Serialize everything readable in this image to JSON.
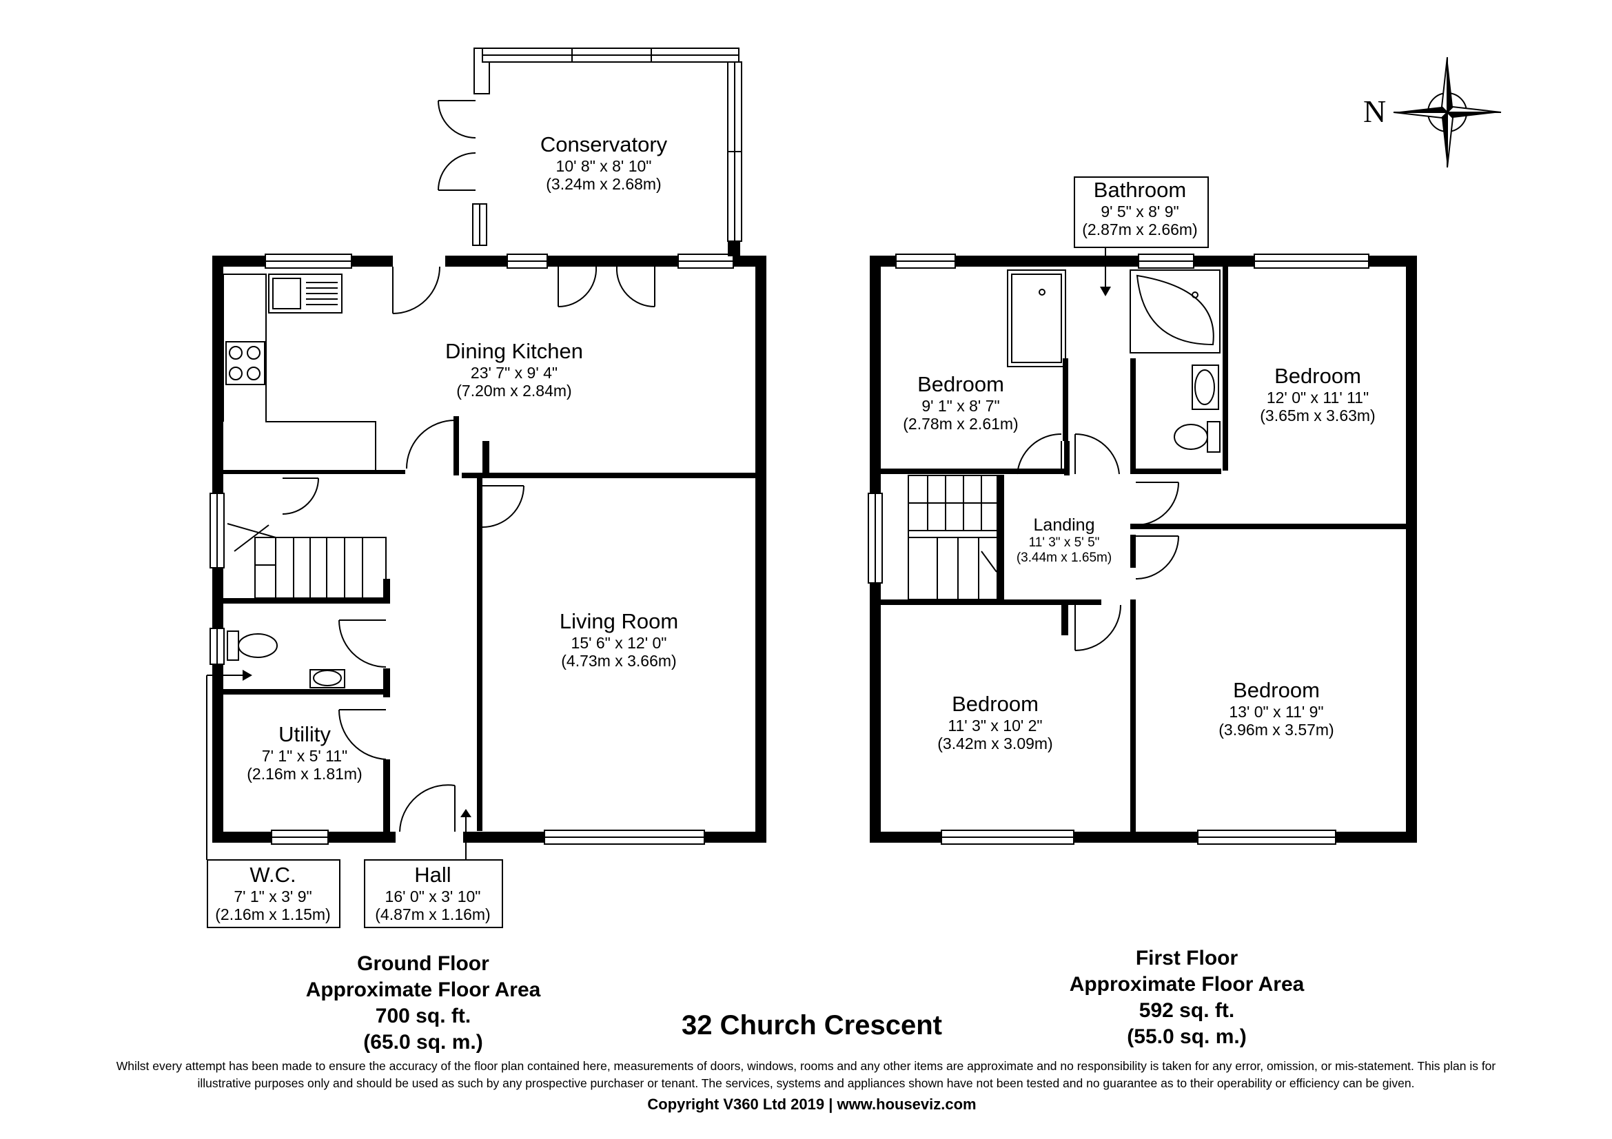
{
  "property": {
    "address": "32 Church Crescent"
  },
  "ground_floor": {
    "label": "Ground Floor",
    "area_label": "Approximate Floor Area",
    "area_sqft": "700 sq. ft.",
    "area_sqm": "(65.0 sq. m.)",
    "rooms": {
      "conservatory": {
        "name": "Conservatory",
        "imperial": "10' 8\" x 8' 10\"",
        "metric": "(3.24m x 2.68m)"
      },
      "dining_kitchen": {
        "name": "Dining Kitchen",
        "imperial": "23' 7\" x 9' 4\"",
        "metric": "(7.20m x 2.84m)"
      },
      "living_room": {
        "name": "Living Room",
        "imperial": "15' 6\" x 12' 0\"",
        "metric": "(4.73m x 3.66m)"
      },
      "utility": {
        "name": "Utility",
        "imperial": "7' 1\" x 5' 11\"",
        "metric": "(2.16m x 1.81m)"
      },
      "wc": {
        "name": "W.C.",
        "imperial": "7' 1\" x 3' 9\"",
        "metric": "(2.16m x 1.15m)"
      },
      "hall": {
        "name": "Hall",
        "imperial": "16' 0\" x 3' 10\"",
        "metric": "(4.87m x 1.16m)"
      }
    }
  },
  "first_floor": {
    "label": "First Floor",
    "area_label": "Approximate Floor Area",
    "area_sqft": "592 sq. ft.",
    "area_sqm": "(55.0 sq. m.)",
    "rooms": {
      "bathroom": {
        "name": "Bathroom",
        "imperial": "9' 5\" x 8' 9\"",
        "metric": "(2.87m x 2.66m)"
      },
      "bedroom_1": {
        "name": "Bedroom",
        "imperial": "9' 1\" x 8' 7\"",
        "metric": "(2.78m x 2.61m)"
      },
      "bedroom_2": {
        "name": "Bedroom",
        "imperial": "12' 0\" x 11' 11\"",
        "metric": "(3.65m x 3.63m)"
      },
      "landing": {
        "name": "Landing",
        "imperial": "11' 3\" x 5' 5\"",
        "metric": "(3.44m x 1.65m)"
      },
      "bedroom_3": {
        "name": "Bedroom",
        "imperial": "11' 3\" x 10' 2\"",
        "metric": "(3.42m x 3.09m)"
      },
      "bedroom_4": {
        "name": "Bedroom",
        "imperial": "13' 0\" x 11' 9\"",
        "metric": "(3.96m x 3.57m)"
      }
    }
  },
  "compass": {
    "north_label": "N"
  },
  "footer": {
    "disclaimer_line1": "Whilst every attempt has been made to ensure the accuracy of the floor plan contained here, measurements of doors, windows, rooms and any other items are approximate and no responsibility is taken for any error, omission, or mis-statement. This plan is for",
    "disclaimer_line2": "illustrative purposes only and should be used as such by any prospective purchaser or tenant. The services, systems and appliances shown have not been tested and no guarantee as to their operability or efficiency can be given.",
    "copyright": "Copyright V360 Ltd 2019 | www.houseviz.com"
  }
}
